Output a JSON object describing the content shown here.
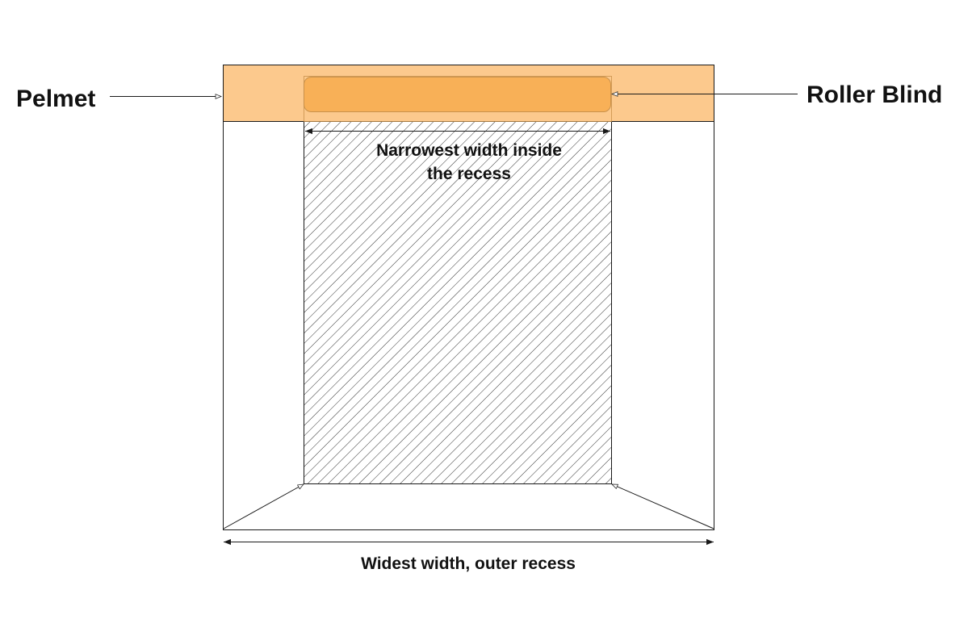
{
  "labels": {
    "pelmet": "Pelmet",
    "roller_blind": "Roller Blind",
    "narrow_line1": "Narrowest width inside",
    "narrow_line2": "the recess",
    "widest": "Widest width, outer recess"
  },
  "colors": {
    "pelmet": "#fcc98d",
    "blind": "#f8b057",
    "blind_stroke": "#c8914c",
    "line": "#1a1a1a",
    "hatch": "#333333"
  }
}
